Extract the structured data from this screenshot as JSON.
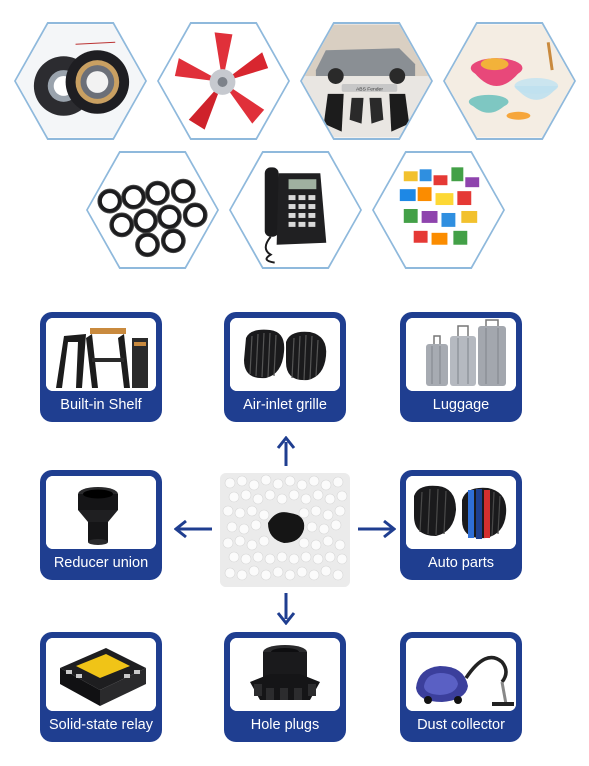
{
  "collage": {
    "row1": [
      {
        "name": "bearing-icon"
      },
      {
        "name": "fan-blade-icon"
      },
      {
        "name": "car-fender-icon"
      },
      {
        "name": "kitchen-bowls-icon"
      }
    ],
    "row2": [
      {
        "name": "pipes-icon"
      },
      {
        "name": "telephone-icon"
      },
      {
        "name": "toy-blocks-icon"
      }
    ],
    "fender_caption": "ABS Fender"
  },
  "cards": {
    "built_in_shelf": "Built-in Shelf",
    "air_inlet_grille": "Air-inlet grille",
    "luggage": "Luggage",
    "reducer_union": "Reducer union",
    "auto_parts": "Auto parts",
    "solid_state_relay": "Solid-state relay",
    "hole_plugs": "Hole plugs",
    "dust_collector": "Dust collector"
  },
  "center": {
    "name": "abs-pellets-icon"
  },
  "colors": {
    "card_blue": "#1f3e90",
    "arrow_blue": "#1f3e90",
    "hex_border": "#8fb9dc"
  }
}
